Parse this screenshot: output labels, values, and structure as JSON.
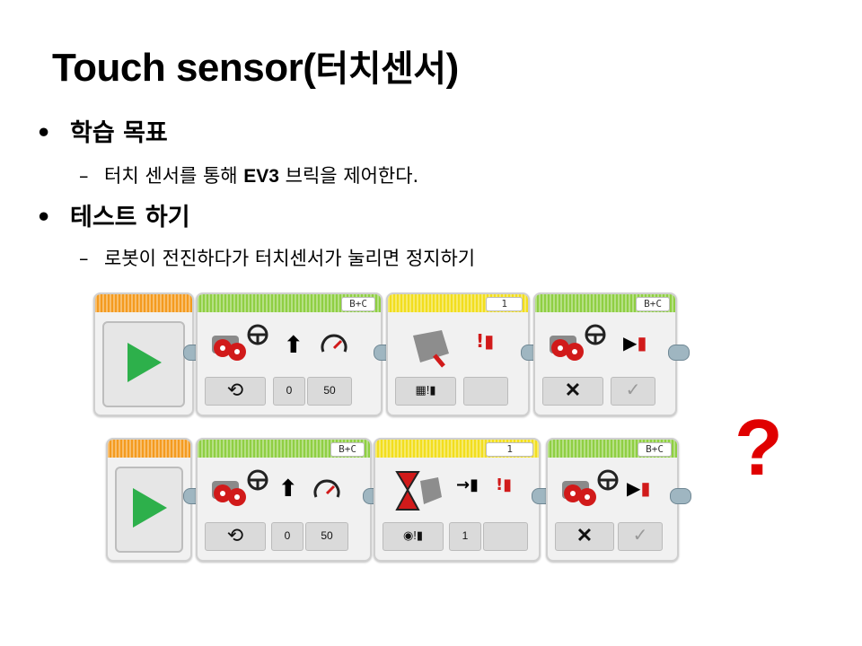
{
  "slide": {
    "title_en": "Touch sensor(",
    "title_ko": "터치센서",
    "title_close": ")"
  },
  "bullets": [
    {
      "label": "학습 목표",
      "sub_pre": "터치 센서를 통해 ",
      "sub_bold": "EV3",
      "sub_post": " 브릭을 제어한다."
    },
    {
      "label": "테스트 하기",
      "sub_pre": "로봇이 전진하다가 터치센서가 눌리면 정지하기",
      "sub_bold": "",
      "sub_post": ""
    }
  ],
  "bullet_glyph": "•",
  "dash_glyph": "–",
  "program1": {
    "move_port": "B+C",
    "move_steer": "0",
    "move_power": "50",
    "wait_port": "1",
    "stop_port": "B+C"
  },
  "program2": {
    "move_port": "B+C",
    "move_steer": "0",
    "move_power": "50",
    "wait_port": "1",
    "wait_value": "1",
    "stop_port": "B+C"
  },
  "question_mark": "?",
  "colors": {
    "move_header": "#8fcf43",
    "wait_header": "#f2de1e",
    "start_header": "#f49b1f",
    "question": "#e00000",
    "play": "#2db04b"
  },
  "icons": [
    "play-icon",
    "motor-icon",
    "steering-wheel-icon",
    "arrow-up-icon",
    "speedometer-icon",
    "loop-icon",
    "touch-sensor-icon",
    "hourglass-icon",
    "stop-icon",
    "check-icon"
  ]
}
